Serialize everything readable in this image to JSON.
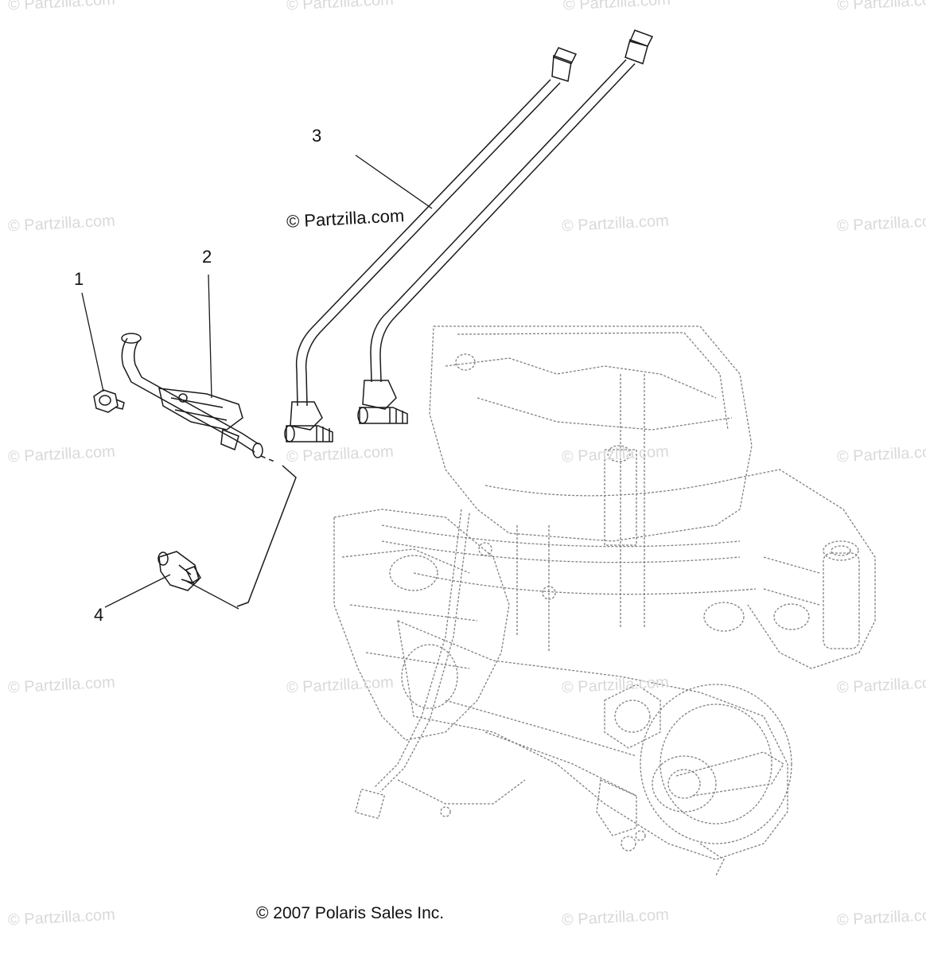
{
  "watermark_text": "© Partzilla.com",
  "center_watermark": "© Partzilla.com",
  "copyright": "© 2007 Polaris Sales Inc.",
  "callouts": {
    "c1": "1",
    "c2": "2",
    "c3": "3",
    "c4": "4"
  },
  "colors": {
    "line": "#1a1a1a",
    "engine_line": "#777777",
    "watermark": "#d9d9d9"
  }
}
